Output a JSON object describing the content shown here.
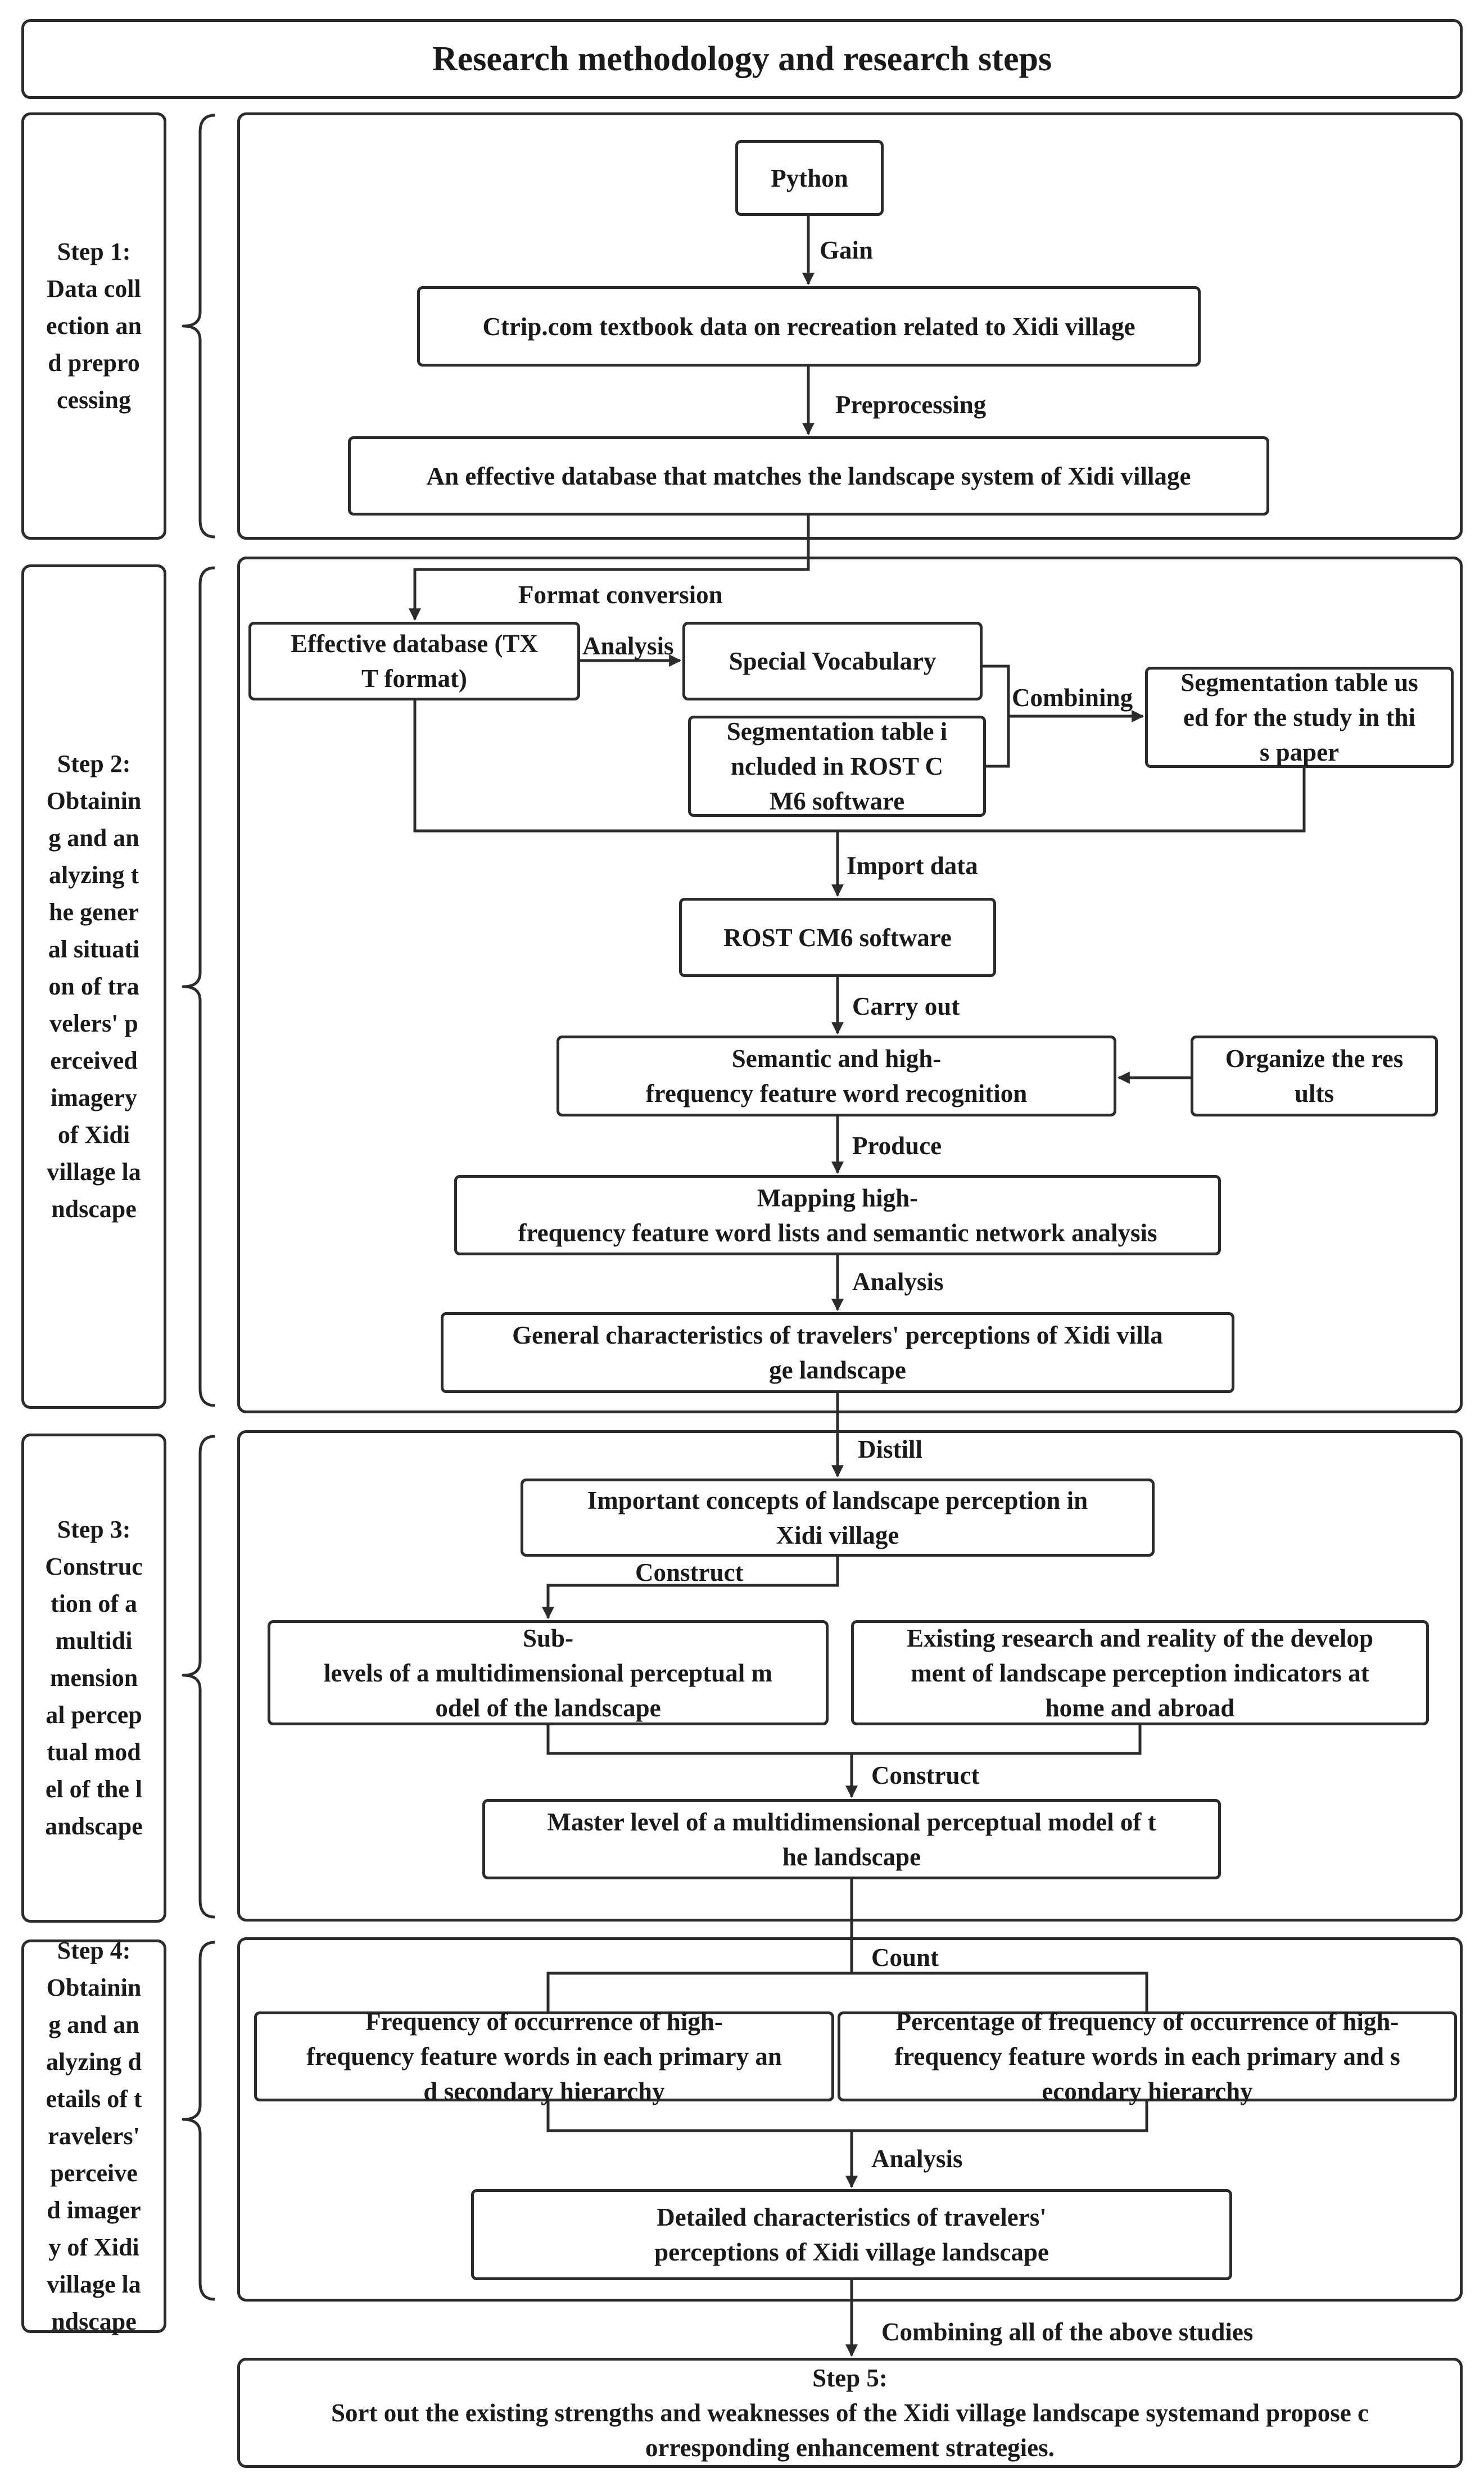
{
  "title": "Research methodology and research steps",
  "steps": [
    {
      "label": "Step 1:\nData coll\nection an\nd prepro\ncessing"
    },
    {
      "label": "Step 2:\nObtainin\ng and an\nalyzing t\nhe gener\nal situati\non of tra\nvelers' p\nerceived\nimagery\nof Xidi\nvillage la\nndscape"
    },
    {
      "label": "Step 3:\nConstruc\ntion of a\nmultidi\nmension\nal percep\ntual mod\nel of the l\nandscape"
    },
    {
      "label": "Step 4:\nObtainin\ng and an\nalyzing d\netails of t\nravelers'\nperceive\nd imager\ny of Xidi\nvillage la\nndscape"
    }
  ],
  "nodes": {
    "python": "Python",
    "ctrip": "Ctrip.com textbook data on recreation related to Xidi village",
    "effective_db": "An effective database that matches the landscape system of Xidi village",
    "txt_db": "Effective database (TX\nT format)",
    "special_vocab": "Special Vocabulary",
    "seg_rost": "Segmentation table i\nncluded in ROST C\nM6 software",
    "seg_study": "Segmentation table us\ned for the study in thi\ns paper",
    "rost": "ROST CM6 software",
    "semantic": "Semantic and high-\nfrequency feature word recognition",
    "organize": "Organize the res\nults",
    "mapping": "Mapping high-\nfrequency feature word lists and semantic network analysis",
    "general": "General characteristics of travelers' perceptions of Xidi villa\nge landscape",
    "concepts": "Important concepts of landscape perception in\nXidi village",
    "sublevels": "Sub-\nlevels of a multidimensional perceptual m\nodel of the landscape",
    "existing": "Existing research and reality of the develop\nment of landscape perception indicators at\nhome and abroad",
    "master": "Master level of a multidimensional perceptual model of t\nhe landscape",
    "freq": "Frequency of occurrence of high-\nfrequency feature words in each primary an\nd secondary hierarchy",
    "pct": "Percentage of frequency of occurrence of high-\nfrequency feature words in each primary and s\necondary hierarchy",
    "detailed": "Detailed characteristics of travelers'\nperceptions of Xidi village landscape",
    "step5": "Step 5:\nSort out the existing strengths and weaknesses of the Xidi village landscape systemand propose c\norresponding enhancement strategies."
  },
  "edge_labels": {
    "gain": "Gain",
    "preprocessing": "Preprocessing",
    "format_conversion": "Format conversion",
    "analysis1": "Analysis",
    "combining": "Combining",
    "import_data": "Import data",
    "carry_out": "Carry out",
    "produce": "Produce",
    "analysis2": "Analysis",
    "distill": "Distill",
    "construct1": "Construct",
    "construct2": "Construct",
    "count": "Count",
    "analysis3": "Analysis",
    "combining_all": "Combining all of the above studies"
  },
  "colors": {
    "line": "#2b2b2b",
    "text": "#1a1a1a",
    "background": "#ffffff"
  }
}
